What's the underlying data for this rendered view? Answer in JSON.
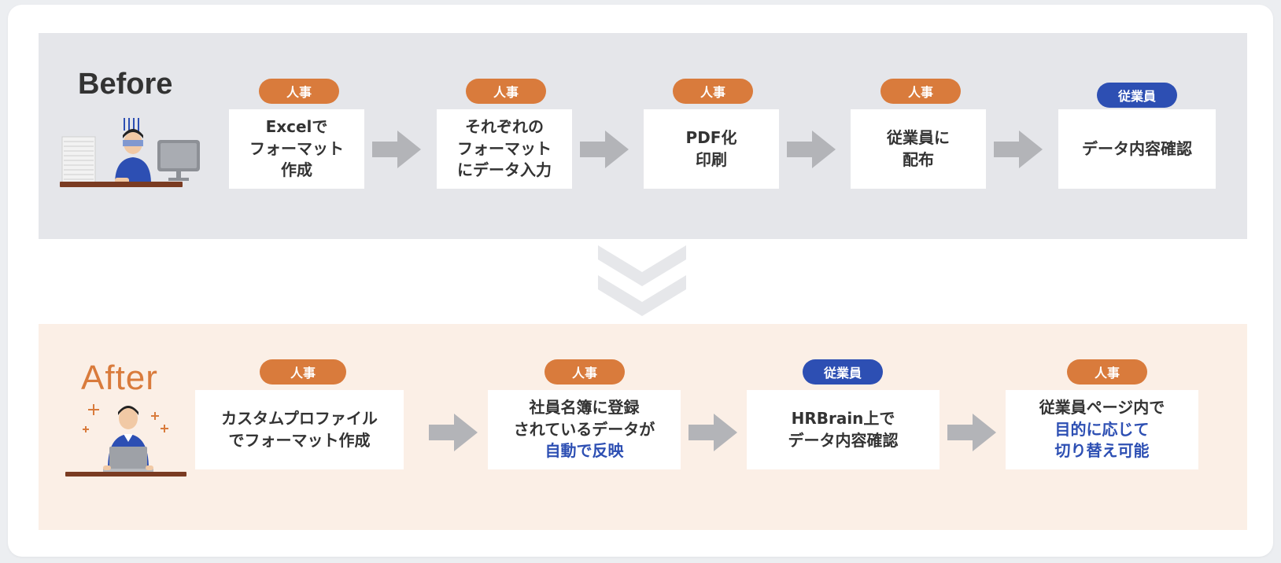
{
  "before": {
    "label": "Before",
    "steps": [
      {
        "tag": "人事",
        "role": "hr",
        "lines": [
          "Excelで",
          "フォーマット",
          "作成"
        ]
      },
      {
        "tag": "人事",
        "role": "hr",
        "lines": [
          "それぞれの",
          "フォーマット",
          "にデータ入力"
        ]
      },
      {
        "tag": "人事",
        "role": "hr",
        "lines": [
          "PDF化",
          "印刷"
        ]
      },
      {
        "tag": "人事",
        "role": "hr",
        "lines": [
          "従業員に",
          "配布"
        ]
      },
      {
        "tag": "従業員",
        "role": "emp",
        "lines": [
          "データ内容確認"
        ]
      }
    ]
  },
  "after": {
    "label": "After",
    "steps": [
      {
        "tag": "人事",
        "role": "hr",
        "lines": [
          "カスタムプロファイル",
          "でフォーマット作成"
        ]
      },
      {
        "tag": "人事",
        "role": "hr",
        "lines": [
          "社員名簿に登録",
          "されているデータが"
        ],
        "highlight": [
          "自動で反映"
        ]
      },
      {
        "tag": "従業員",
        "role": "emp",
        "lines": [
          "HRBrain上で",
          "データ内容確認"
        ]
      },
      {
        "tag": "人事",
        "role": "hr",
        "lines": [
          "従業員ページ内で"
        ],
        "highlight": [
          "目的に応じて",
          "切り替え可能"
        ]
      }
    ]
  },
  "colors": {
    "hr": "#d97b3c",
    "employee": "#2d4fb3",
    "arrow": "#b3b4b8",
    "before_bg": "#e5e6ea",
    "after_bg": "#fbefe6"
  },
  "icons": {
    "flow_arrow": "right-arrow-icon",
    "transition": "double-chevron-down-icon"
  }
}
